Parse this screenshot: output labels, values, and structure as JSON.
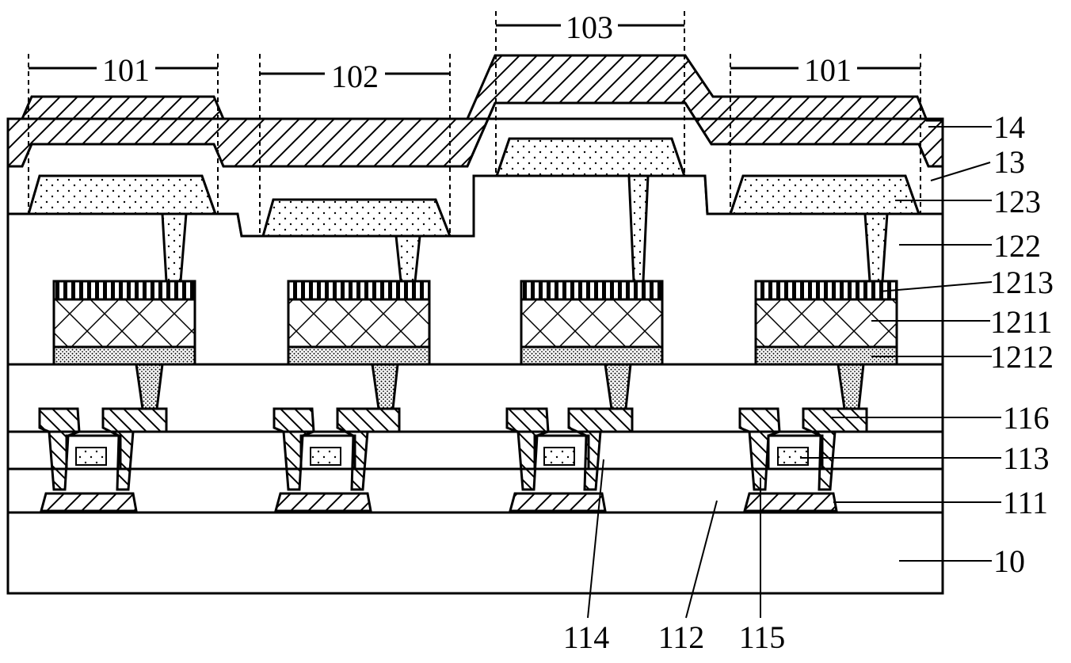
{
  "figure": {
    "colors": {
      "ink": "#000000",
      "paper": "#ffffff"
    },
    "dimension_labels": {
      "region_101_left": "101",
      "region_102": "102",
      "region_103": "103",
      "region_101_right": "101"
    },
    "layer_labels": {
      "layer_14": "14",
      "layer_13": "13",
      "layer_123": "123",
      "layer_122": "122",
      "layer_1213": "1213",
      "layer_1211": "1211",
      "layer_1212": "1212",
      "layer_116": "116",
      "layer_113": "113",
      "layer_111": "111",
      "layer_10": "10"
    },
    "bottom_labels": {
      "layer_114": "114",
      "layer_112": "112",
      "layer_115": "115"
    }
  }
}
